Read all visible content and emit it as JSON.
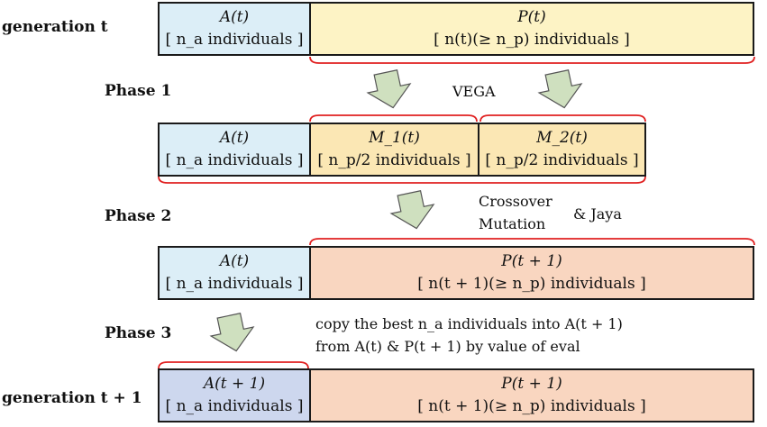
{
  "colors": {
    "archive": "#dceef7",
    "archive_next": "#cdd7ee",
    "population": "#fdf3c5",
    "subpop": "#fbe7b4",
    "offspring": "#f9d6c0",
    "bracket": "#e02020",
    "arrow_fill": "#cfe0bf",
    "arrow_stroke": "#555555",
    "border": "#1a1a1a"
  },
  "labels": {
    "gen_t": "generation t",
    "phase1": "Phase 1",
    "phase2": "Phase 2",
    "phase3": "Phase 3",
    "gen_t1": "generation t + 1"
  },
  "row1": {
    "a_title": "A(t)",
    "a_sub": "[ n_a individuals ]",
    "p_title": "P(t)",
    "p_sub": "[ n(t)(≥ n_p) individuals ]"
  },
  "row2": {
    "a_title": "A(t)",
    "a_sub": "[ n_a individuals ]",
    "m1_title": "M_1(t)",
    "m1_sub": "[ n_p/2 individuals ]",
    "m2_title": "M_2(t)",
    "m2_sub": "[ n_p/2 individuals ]"
  },
  "row3": {
    "a_title": "A(t)",
    "a_sub": "[ n_a individuals ]",
    "p_title": "P(t + 1)",
    "p_sub": "[ n(t + 1)(≥ n_p) individuals ]"
  },
  "row4": {
    "a_title": "A(t + 1)",
    "a_sub": "[ n_a individuals ]",
    "p_title": "P(t + 1)",
    "p_sub": "[ n(t + 1)(≥ n_p) individuals ]"
  },
  "notes": {
    "vega": "VEGA",
    "crossover": "Crossover",
    "mutation": "Mutation",
    "and_jaya": "&  Jaya",
    "copy_line1": "copy the best n_a individuals into A(t + 1)",
    "copy_line2": "from A(t) & P(t + 1) by value of eval"
  }
}
